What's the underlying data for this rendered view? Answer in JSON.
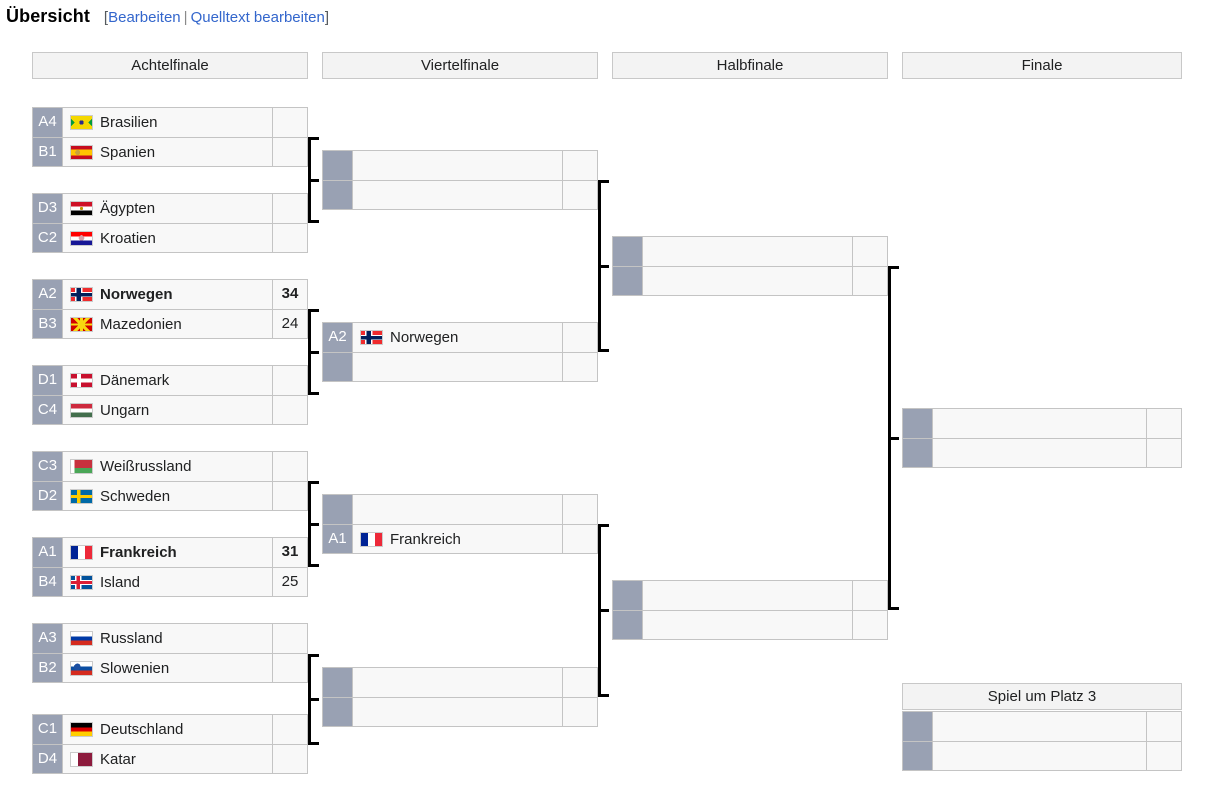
{
  "header": {
    "title": "Übersicht",
    "bracket_open": "[",
    "edit_link": "Bearbeiten",
    "separator": "|",
    "source_edit_link": "Quelltext bearbeiten",
    "bracket_close": "]"
  },
  "rounds": [
    {
      "id": "round-of-16",
      "label": "Achtelfinale"
    },
    {
      "id": "quarterfinals",
      "label": "Viertelfinale"
    },
    {
      "id": "semifinals",
      "label": "Halbfinale"
    },
    {
      "id": "final",
      "label": "Finale"
    }
  ],
  "third_place": {
    "label": "Spiel um Platz 3"
  },
  "colors": {
    "seed_box": "#99a1b3",
    "row_background": "#f8f8f8",
    "row_border": "#c4c4c4",
    "header_background": "#f3f3f3",
    "header_border": "#c8c8c8",
    "connector": "#000000",
    "link": "#3366cc"
  },
  "round_of_16": [
    {
      "id": "r16-m1",
      "teams": [
        {
          "seed": "A4",
          "name": "Brasilien",
          "flag": "brazil",
          "score": "",
          "winner": false
        },
        {
          "seed": "B1",
          "name": "Spanien",
          "flag": "spain",
          "score": "",
          "winner": false
        }
      ]
    },
    {
      "id": "r16-m2",
      "teams": [
        {
          "seed": "D3",
          "name": "Ägypten",
          "flag": "egypt",
          "score": "",
          "winner": false
        },
        {
          "seed": "C2",
          "name": "Kroatien",
          "flag": "croatia",
          "score": "",
          "winner": false
        }
      ]
    },
    {
      "id": "r16-m3",
      "teams": [
        {
          "seed": "A2",
          "name": "Norwegen",
          "flag": "norway",
          "score": "34",
          "winner": true
        },
        {
          "seed": "B3",
          "name": "Mazedonien",
          "flag": "macedonia",
          "score": "24",
          "winner": false
        }
      ]
    },
    {
      "id": "r16-m4",
      "teams": [
        {
          "seed": "D1",
          "name": "Dänemark",
          "flag": "denmark",
          "score": "",
          "winner": false
        },
        {
          "seed": "C4",
          "name": "Ungarn",
          "flag": "hungary",
          "score": "",
          "winner": false
        }
      ]
    },
    {
      "id": "r16-m5",
      "teams": [
        {
          "seed": "C3",
          "name": "Weißrussland",
          "flag": "belarus",
          "score": "",
          "winner": false
        },
        {
          "seed": "D2",
          "name": "Schweden",
          "flag": "sweden",
          "score": "",
          "winner": false
        }
      ]
    },
    {
      "id": "r16-m6",
      "teams": [
        {
          "seed": "A1",
          "name": "Frankreich",
          "flag": "france",
          "score": "31",
          "winner": true
        },
        {
          "seed": "B4",
          "name": "Island",
          "flag": "iceland",
          "score": "25",
          "winner": false
        }
      ]
    },
    {
      "id": "r16-m7",
      "teams": [
        {
          "seed": "A3",
          "name": "Russland",
          "flag": "russia",
          "score": "",
          "winner": false
        },
        {
          "seed": "B2",
          "name": "Slowenien",
          "flag": "slovenia",
          "score": "",
          "winner": false
        }
      ]
    },
    {
      "id": "r16-m8",
      "teams": [
        {
          "seed": "C1",
          "name": "Deutschland",
          "flag": "germany",
          "score": "",
          "winner": false
        },
        {
          "seed": "D4",
          "name": "Katar",
          "flag": "qatar",
          "score": "",
          "winner": false
        }
      ]
    }
  ],
  "quarterfinals": [
    {
      "id": "qf-m1",
      "teams": [
        {
          "seed": "",
          "name": "",
          "flag": "",
          "score": "",
          "winner": false
        },
        {
          "seed": "",
          "name": "",
          "flag": "",
          "score": "",
          "winner": false
        }
      ]
    },
    {
      "id": "qf-m2",
      "teams": [
        {
          "seed": "A2",
          "name": "Norwegen",
          "flag": "norway",
          "score": "",
          "winner": false
        },
        {
          "seed": "",
          "name": "",
          "flag": "",
          "score": "",
          "winner": false
        }
      ]
    },
    {
      "id": "qf-m3",
      "teams": [
        {
          "seed": "",
          "name": "",
          "flag": "",
          "score": "",
          "winner": false
        },
        {
          "seed": "A1",
          "name": "Frankreich",
          "flag": "france",
          "score": "",
          "winner": false
        }
      ]
    },
    {
      "id": "qf-m4",
      "teams": [
        {
          "seed": "",
          "name": "",
          "flag": "",
          "score": "",
          "winner": false
        },
        {
          "seed": "",
          "name": "",
          "flag": "",
          "score": "",
          "winner": false
        }
      ]
    }
  ],
  "semifinals": [
    {
      "id": "sf-m1",
      "teams": [
        {
          "seed": "",
          "name": "",
          "flag": "",
          "score": "",
          "winner": false
        },
        {
          "seed": "",
          "name": "",
          "flag": "",
          "score": "",
          "winner": false
        }
      ]
    },
    {
      "id": "sf-m2",
      "teams": [
        {
          "seed": "",
          "name": "",
          "flag": "",
          "score": "",
          "winner": false
        },
        {
          "seed": "",
          "name": "",
          "flag": "",
          "score": "",
          "winner": false
        }
      ]
    }
  ],
  "final_match": {
    "id": "final-m1",
    "teams": [
      {
        "seed": "",
        "name": "",
        "flag": "",
        "score": "",
        "winner": false
      },
      {
        "seed": "",
        "name": "",
        "flag": "",
        "score": "",
        "winner": false
      }
    ]
  },
  "third_place_match": {
    "id": "tp-m1",
    "teams": [
      {
        "seed": "",
        "name": "",
        "flag": "",
        "score": "",
        "winner": false
      },
      {
        "seed": "",
        "name": "",
        "flag": "",
        "score": "",
        "winner": false
      }
    ]
  }
}
